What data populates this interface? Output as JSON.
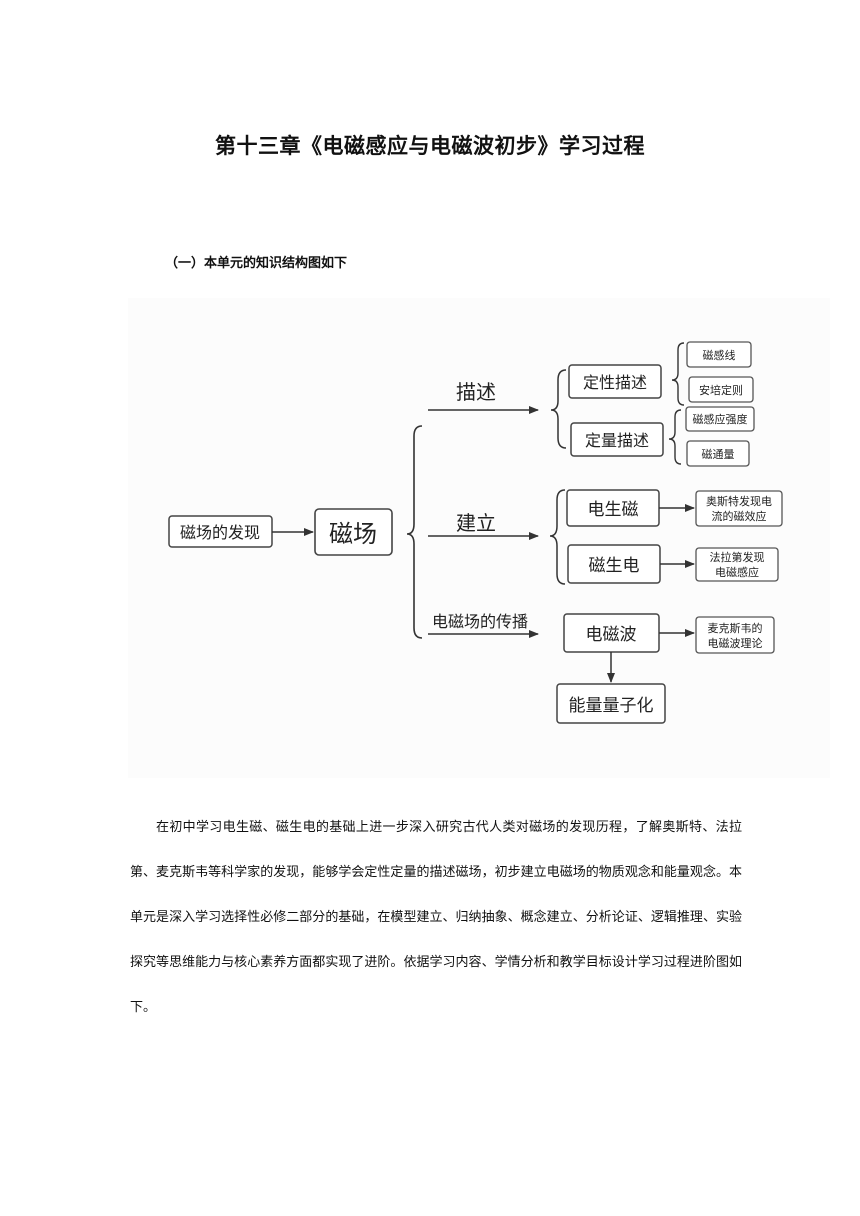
{
  "document": {
    "title": "第十三章《电磁感应与电磁波初步》学习过程",
    "section_heading": "（一）本单元的知识结构图如下",
    "paragraph": "在初中学习电生磁、磁生电的基础上进一步深入研究古代人类对磁场的发现历程，了解奥斯特、法拉第、麦克斯韦等科学家的发现，能够学会定性定量的描述磁场，初步建立电磁场的物质观念和能量观念。本单元是深入学习选择性必修二部分的基础，在模型建立、归纳抽象、概念建立、分析论证、逻辑推理、实验探究等思维能力与核心素养方面都实现了进阶。依据学习内容、学情分析和教学目标设计学习过程进阶图如下。"
  },
  "diagram": {
    "discovery": "磁场的发现",
    "magnetic_field": "磁场",
    "branch_describe": "描述",
    "branch_build": "建立",
    "branch_propagate": "电磁场的传播",
    "qualitative": "定性描述",
    "quantitative": "定量描述",
    "field_lines": "磁感线",
    "ampere_rule": "安培定则",
    "induction_strength": "磁感应强度",
    "flux": "磁通量",
    "electricity_magnetism": "电生磁",
    "magnetism_electricity": "磁生电",
    "oersted_line1": "奥斯特发现电",
    "oersted_line2": "流的磁效应",
    "faraday_line1": "法拉第发现",
    "faraday_line2": "电磁感应",
    "em_wave": "电磁波",
    "maxwell_line1": "麦克斯韦的",
    "maxwell_line2": "电磁波理论",
    "quantization": "能量量子化"
  }
}
